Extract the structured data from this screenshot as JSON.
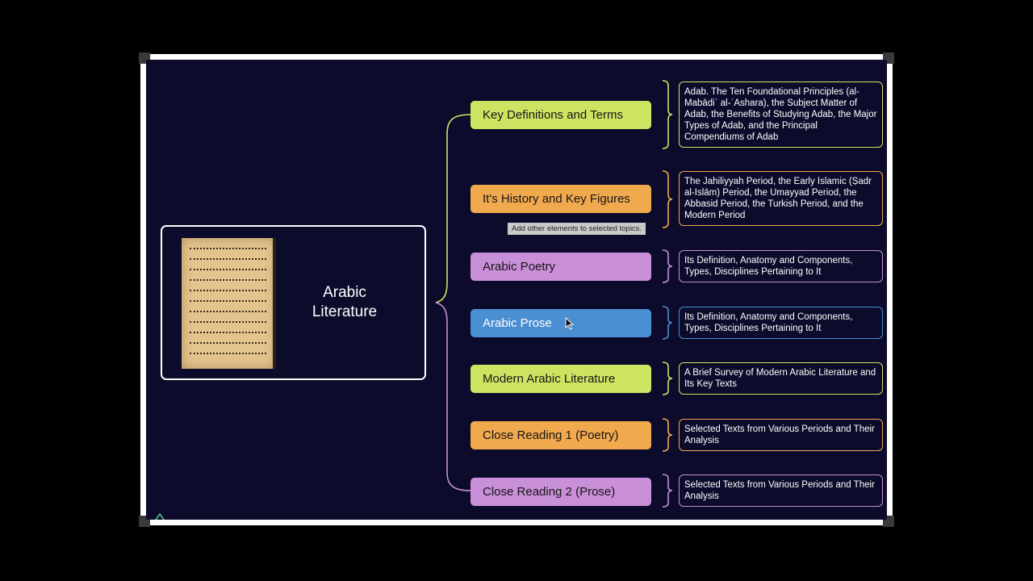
{
  "center": {
    "title": "Arabic Literature"
  },
  "tooltip": "Add other elements to selected topics.",
  "colors": {
    "green": "#cde462",
    "orange": "#f1a94e",
    "purple": "#c98fd8",
    "blue": "#4a8fd1",
    "canvas": "#0c0b2b"
  },
  "topics": [
    {
      "label": "Key Definitions and Terms",
      "color": "#cde462",
      "detail": "Adab. The Ten Foundational Principles (al-Mabādiʾ al-ʿAshara), the Subject Matter of Adab, the Benefits of Studying Adab, the Major Types of Adab, and the Principal Compendiums of Adab"
    },
    {
      "label": "It's History and Key Figures",
      "color": "#f1a94e",
      "detail": "The Jahiliyyah Period, the Early Islamic (Ṣadr al-Islām) Period, the Umayyad Period, the Abbasid Period, the Turkish Period, and the Modern Period"
    },
    {
      "label": "Arabic Poetry",
      "color": "#c98fd8",
      "detail": "Its Definition, Anatomy and Components, Types, Disciplines Pertaining to It"
    },
    {
      "label": "Arabic Prose",
      "color": "#4a8fd1",
      "detail": "Its Definition, Anatomy and Components, Types, Disciplines Pertaining to It"
    },
    {
      "label": "Modern Arabic Literature",
      "color": "#cde462",
      "detail": "A Brief Survey of Modern Arabic Literature and Its Key Texts"
    },
    {
      "label": "Close Reading 1 (Poetry)",
      "color": "#f1a94e",
      "detail": "Selected Texts from Various Periods and Their Analysis"
    },
    {
      "label": "Close Reading 2 (Prose)",
      "color": "#c98fd8",
      "detail": "Selected Texts from Various Periods and Their Analysis"
    }
  ]
}
